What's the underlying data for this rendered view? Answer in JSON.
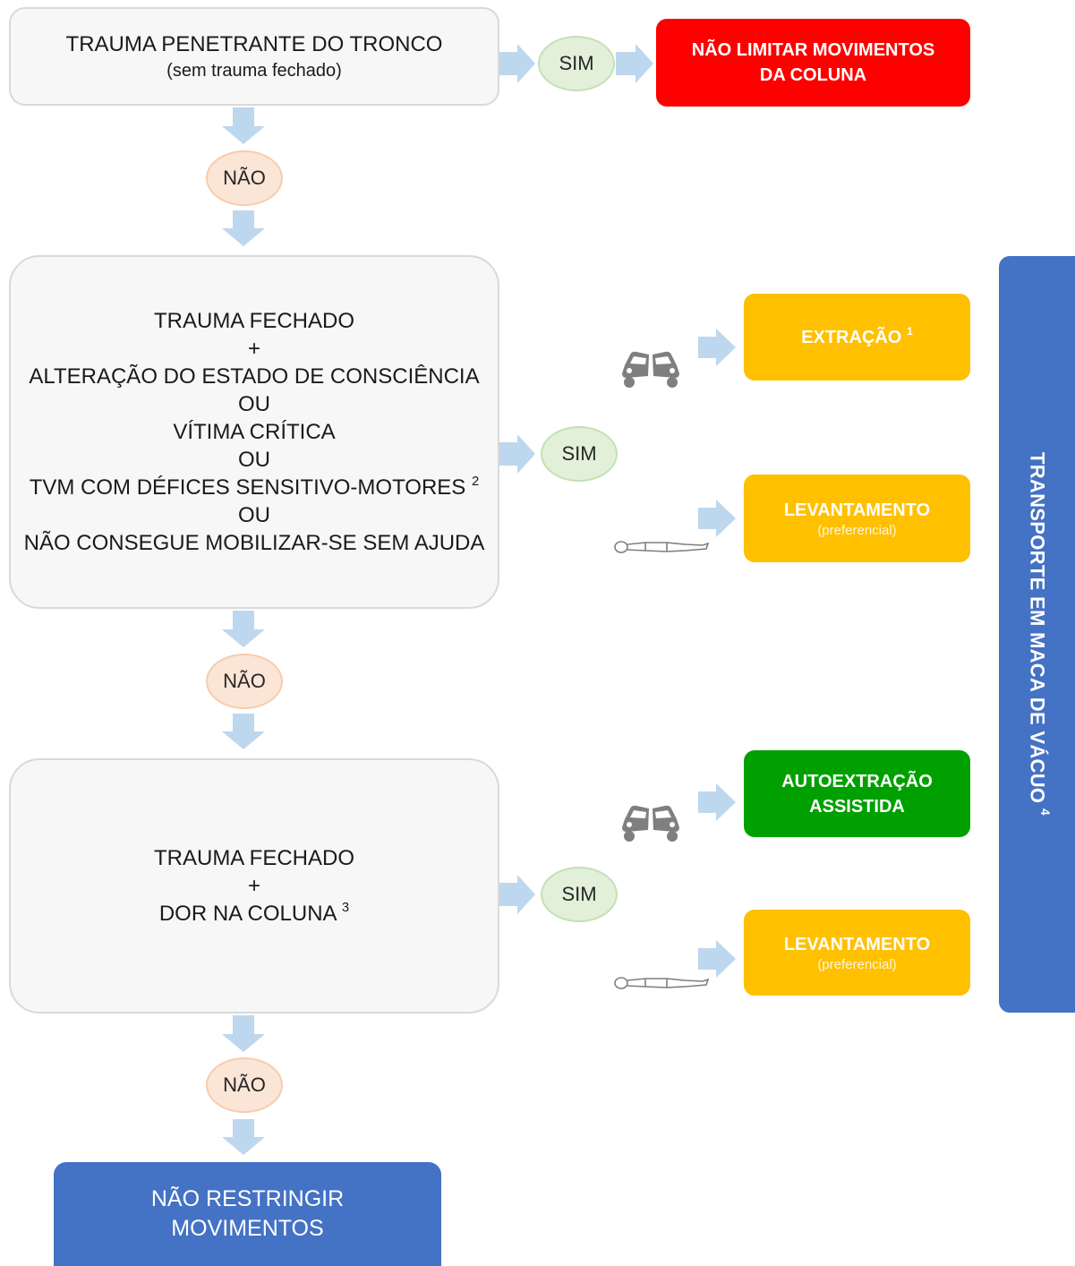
{
  "colors": {
    "question_bg": "#f7f7f7",
    "arrow": "#bdd7ee",
    "sim_bg": "#e2f0d9",
    "nao_bg": "#fbe5d6",
    "red": "#ff0000",
    "yellow": "#ffc000",
    "green": "#00a000",
    "blue": "#4472c4"
  },
  "question1": {
    "line1": "TRAUMA PENETRANTE DO TRONCO",
    "line2": "(sem trauma fechado)"
  },
  "question2": {
    "lines": [
      "TRAUMA FECHADO",
      "+",
      "ALTERAÇÃO DO ESTADO DE CONSCIÊNCIA",
      "OU",
      "VÍTIMA CRÍTICA",
      "OU",
      "TVM COM DÉFICES SENSITIVO-MOTORES",
      "OU",
      "NÃO CONSEGUE MOBILIZAR-SE SEM AJUDA"
    ],
    "footnote": "2"
  },
  "question3": {
    "line1": "TRAUMA FECHADO",
    "line2": "+",
    "line3": "DOR NA COLUNA",
    "footnote": "3"
  },
  "sim_label": "SIM",
  "nao_label": "NÃO",
  "outcomes": {
    "nao_limitar": {
      "line1": "NÃO LIMITAR MOVIMENTOS",
      "line2": "DA COLUNA"
    },
    "extracao": {
      "label": "EXTRAÇÃO",
      "footnote": "1"
    },
    "levantamento": {
      "label": "LEVANTAMENTO",
      "note": "(preferencial)"
    },
    "autoextracao": {
      "line1": "AUTOEXTRAÇÃO",
      "line2": "ASSISTIDA"
    },
    "nao_restringir": {
      "line1": "NÃO RESTRINGIR",
      "line2": "MOVIMENTOS"
    }
  },
  "transport": {
    "label": "TRANSPORTE EM MACA DE VÁCUO",
    "footnote": "4"
  },
  "icons": [
    "car-crash-icon",
    "lying-person-icon"
  ]
}
